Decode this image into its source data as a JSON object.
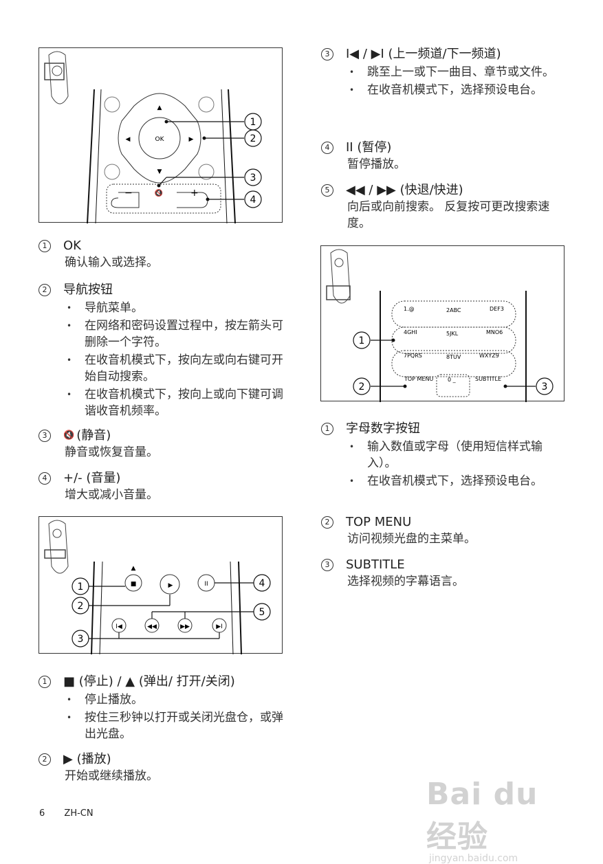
{
  "figure1": {
    "ok": "OK",
    "callouts": [
      "1",
      "2",
      "3",
      "4"
    ],
    "minus": "−",
    "plus": "+"
  },
  "figure2": {
    "callouts": [
      "1",
      "2",
      "3",
      "4",
      "5"
    ]
  },
  "figure3": {
    "keys": [
      "1.@",
      "2ABC",
      "DEF3",
      "4GHI",
      "5JKL",
      "MNO6",
      "7PQRS",
      "8TUV",
      "WXYZ9"
    ],
    "top_menu": "TOP MENU",
    "zero": "0 _",
    "subtitle": "SUBTITLE",
    "callouts": [
      "1",
      "2",
      "3"
    ]
  },
  "left_entries": [
    {
      "num": "1",
      "title": "OK",
      "desc": "确认输入或选择。"
    },
    {
      "num": "2",
      "title": "导航按钮",
      "bullets": [
        "导航菜单。",
        "在网络和密码设置过程中，按左箭头可删除一个字符。",
        "在收音机模式下，按向左或向右键可开始自动搜索。",
        "在收音机模式下，按向上或向下键可调谐收音机频率。"
      ]
    },
    {
      "num": "3",
      "symbol": "🔇",
      "title": "(静音)",
      "desc": "静音或恢复音量。"
    },
    {
      "num": "4",
      "title": "+/- (音量)",
      "desc": "增大或减小音量。"
    }
  ],
  "left_entries2": [
    {
      "num": "1",
      "title": "■ (停止) / ▲ (弹出/ 打开/关闭)",
      "bullets": [
        "停止播放。",
        "按住三秒钟以打开或关闭光盘仓，或弹出光盘。"
      ]
    },
    {
      "num": "2",
      "title": "▶ (播放)",
      "desc": "开始或继续播放。"
    }
  ],
  "right_entries": [
    {
      "num": "3",
      "title": "I◀ / ▶I (上一频道/下一频道)",
      "bullets": [
        "跳至上一或下一曲目、章节或文件。",
        "在收音机模式下，选择预设电台。"
      ]
    },
    {
      "num": "4",
      "title": "II (暂停)",
      "desc": "暂停播放。"
    },
    {
      "num": "5",
      "title": "◀◀ / ▶▶ (快退/快进)",
      "desc": "向后或向前搜索。 反复按可更改搜索速度。"
    }
  ],
  "right_entries2": [
    {
      "num": "1",
      "title": "字母数字按钮",
      "bullets": [
        "输入数值或字母（使用短信样式输入）。",
        "在收音机模式下，选择预设电台。"
      ]
    },
    {
      "num": "2",
      "title": "TOP MENU",
      "desc": "访问视频光盘的主菜单。"
    },
    {
      "num": "3",
      "title": "SUBTITLE",
      "desc": "选择视频的字幕语言。"
    }
  ],
  "footer": {
    "page": "6",
    "lang": "ZH-CN"
  },
  "watermark": {
    "logo": "Bai du 经验",
    "url": "jingyan.baidu.com"
  }
}
